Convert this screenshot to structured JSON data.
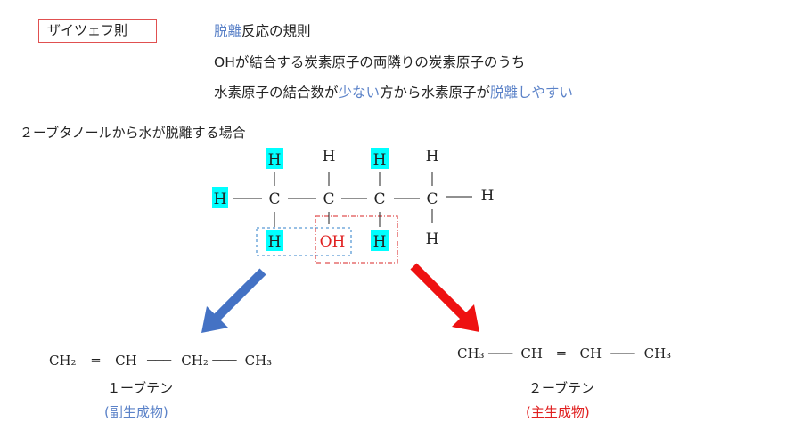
{
  "rule_box": {
    "label": "ザイツェフ則"
  },
  "rule_lines": {
    "line1": {
      "p1": "脱離",
      "p2": "反応の規則"
    },
    "line2": {
      "text": "OHが結合する炭素原子の両隣りの炭素原子のうち"
    },
    "line3": {
      "p1": "水素原子の結合数が",
      "p2": "少ない",
      "p3": "方から水素原子が",
      "p4": "脱離しやすい"
    }
  },
  "section_title": "２ーブタノールから水が脱離する場合",
  "molecule": {
    "atoms": {
      "h_top_1": "H",
      "h_top_2": "H",
      "h_top_3": "H",
      "h_top_4": "H",
      "h_left": "H",
      "h_right": "H",
      "c1": "C",
      "c2": "C",
      "c3": "C",
      "c4": "C",
      "h_bottom_1": "H",
      "oh": "OH",
      "h_bottom_3": "H",
      "h_bottom_4": "H"
    },
    "highlight_color": "#00ffff"
  },
  "products": {
    "left": {
      "formula": {
        "a": "CH₂",
        "b": "CH",
        "c": "CH₂",
        "d": "CH₃"
      },
      "name": "１ーブテン",
      "role": "副生成物",
      "color": "#5b82c8"
    },
    "right": {
      "formula": {
        "a": "CH₃",
        "b": "CH",
        "c": "CH",
        "d": "CH₃"
      },
      "name": "２ーブテン",
      "role": "主生成物",
      "color": "#e02020"
    }
  },
  "colors": {
    "blue_arrow": "#4472c4",
    "red_arrow": "#ee1111",
    "blue_box": "#5b9bd5",
    "red_box": "#e05050"
  }
}
